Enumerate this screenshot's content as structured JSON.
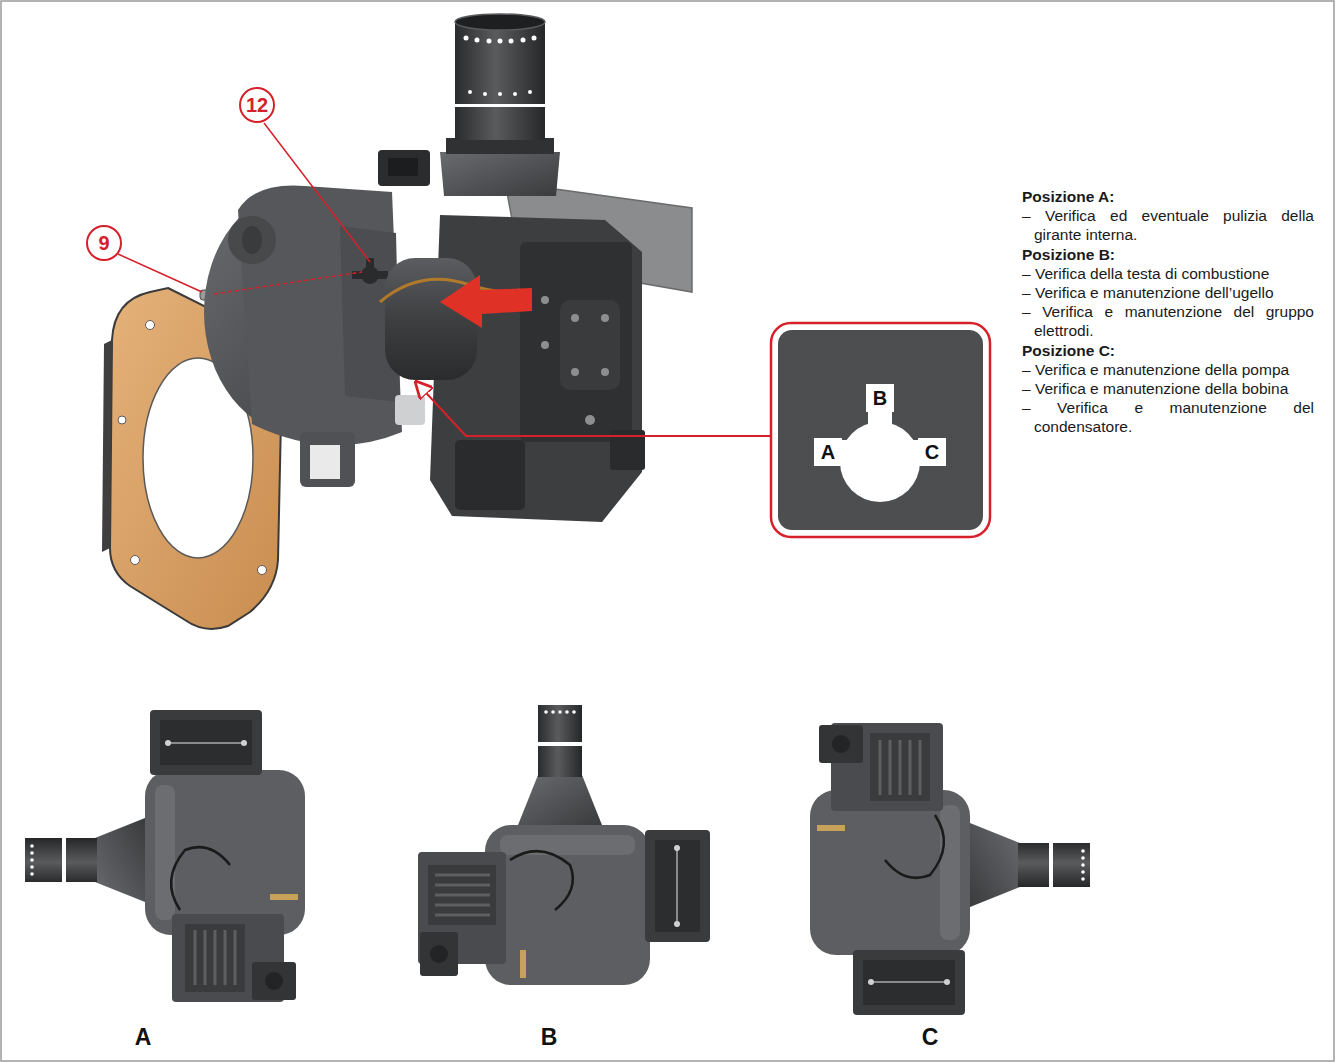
{
  "diagram": {
    "nodes": [
      {
        "text": [
          "12"
        ]
      },
      {
        "text": [
          "9"
        ]
      },
      {
        "text": [
          "B"
        ]
      },
      {
        "text": [
          "A"
        ]
      },
      {
        "text": [
          "C"
        ]
      }
    ],
    "labels": [
      "Posizione A:",
      "– Verifica ed eventuale pulizia della girante interna.",
      "Posizione B:",
      "– Verifica della testa di combustione",
      "– Verifica e manutenzione dell’ugello",
      "– Verifica e manutenzione del gruppo elettrodi.",
      "Posizione C:",
      "– Verifica e manutenzione della pompa",
      "– Verifica e manutenzione della bobina",
      "– Verifica e manutenzione del condensatore.",
      "A",
      "B",
      "C"
    ]
  }
}
